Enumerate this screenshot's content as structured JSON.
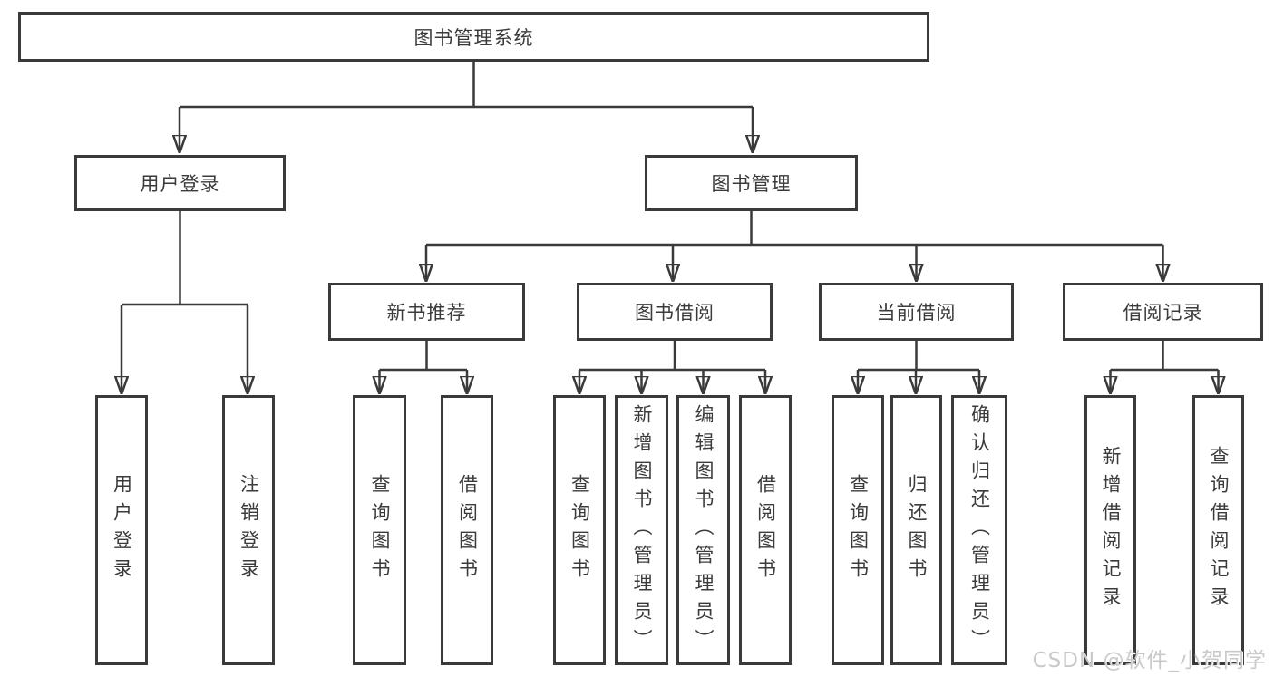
{
  "diagram": {
    "root": {
      "label": "图书管理系统"
    },
    "user_login": {
      "label": "用户登录",
      "children": [
        "用户登录",
        "注销登录"
      ]
    },
    "book_management": {
      "label": "图书管理",
      "sections": {
        "new_book_recommend": {
          "label": "新书推荐",
          "children": [
            "查询图书",
            "借阅图书"
          ]
        },
        "book_borrowing": {
          "label": "图书借阅",
          "children": [
            "查询图书",
            "新增图书（管理员）",
            "编辑图书（管理员）",
            "借阅图书"
          ]
        },
        "current_borrowing": {
          "label": "当前借阅",
          "children": [
            "查询图书",
            "归还图书",
            "确认归还（管理员）"
          ]
        },
        "borrow_records": {
          "label": "借阅记录",
          "children": [
            "新增借阅记录",
            "查询借阅记录"
          ]
        }
      }
    }
  },
  "colors": {
    "line": "#3a3a3a",
    "text": "#3b3b3b",
    "watermark": "#c9c9c9",
    "background": "#ffffff"
  },
  "watermark": "CSDN @软件_小贺同学"
}
